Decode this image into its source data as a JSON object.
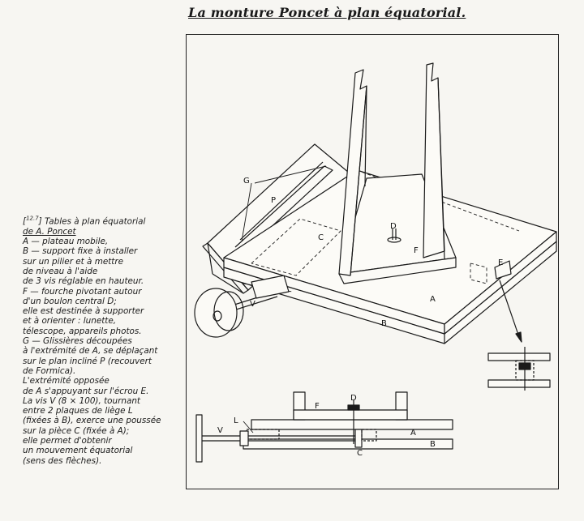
{
  "title": "La monture Poncet à plan équatorial.",
  "caption": {
    "ref_number": "12.7",
    "lines": [
      "Tables à plan équatorial",
      "de A. Poncet",
      "A — plateau mobile,",
      "B — support fixe à installer",
      "sur un pilier et à mettre",
      "de niveau à l'aide",
      "de 3 vis réglable en hauteur.",
      "F — fourche pivotant autour",
      "d'un boulon central D;",
      "elle est destinée à supporter",
      "et à orienter : lunette,",
      "télescope, appareils photos.",
      "G — Glissières découpées",
      "à l'extrémité de A, se déplaçant",
      "sur le plan incliné P (recouvert",
      "de Formica).",
      "L'extrémité opposée",
      "de A s'appuyant sur l'écrou E.",
      "La vis V (8 × 100), tournant",
      "entre 2 plaques de liège L",
      "(fixées à B), exerce une poussée",
      "sur la pièce C (fixée à A);",
      "elle permet d'obtenir",
      "un mouvement équatorial",
      "(sens des flèches)."
    ]
  },
  "diagram_labels": {
    "G": "G",
    "P": "P",
    "C": "C",
    "D": "D",
    "F": "F",
    "E": "E",
    "A": "A",
    "B": "B",
    "V": "V",
    "L": "L"
  }
}
